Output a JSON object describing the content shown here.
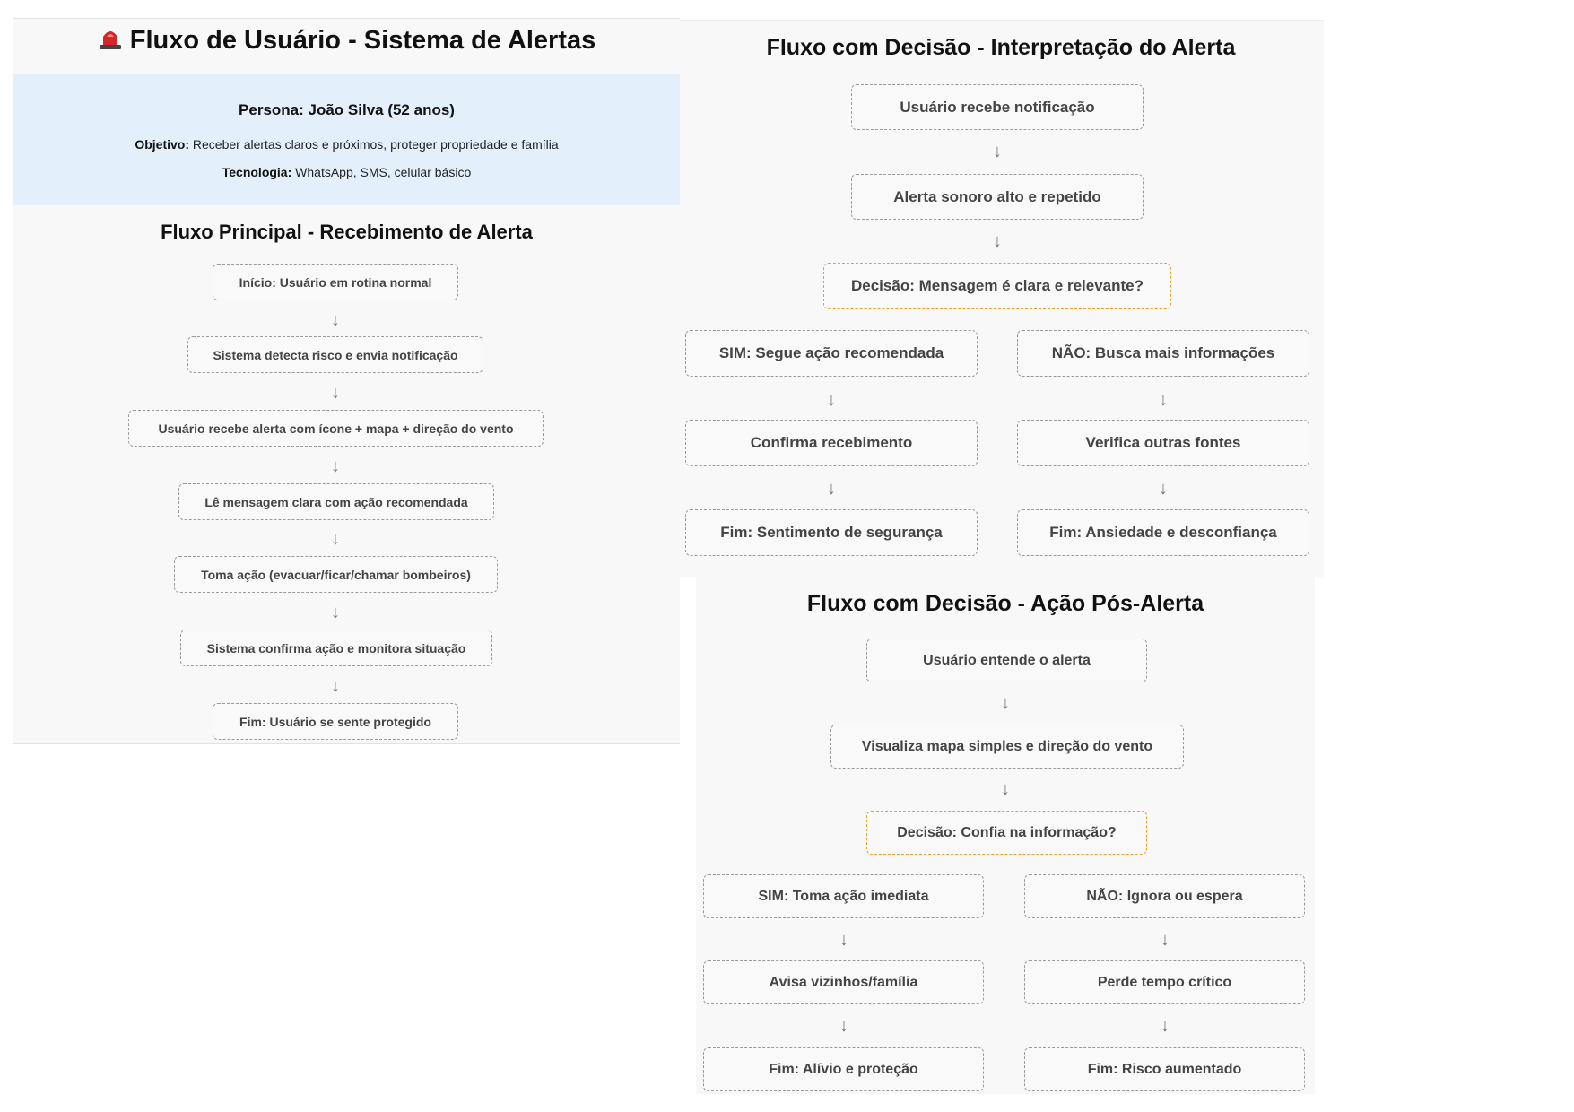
{
  "header": {
    "title": "Fluxo de Usuário - Sistema de Alertas"
  },
  "persona": {
    "name": "Persona: João Silva (52 anos)",
    "objective_label": "Objetivo:",
    "objective_value": " Receber alertas claros e próximos, proteger propriedade e família",
    "technology_label": "Tecnologia:",
    "technology_value": " WhatsApp, SMS, celular básico"
  },
  "main_flow": {
    "title": "Fluxo Principal - Recebimento de Alerta",
    "steps": [
      "Início: Usuário em rotina normal",
      "Sistema detecta risco e envia notificação",
      "Usuário recebe alerta com ícone + mapa + direção do vento",
      "Lê mensagem clara com ação recomendada",
      "Toma ação (evacuar/ficar/chamar bombeiros)",
      "Sistema confirma ação e monitora situação",
      "Fim: Usuário se sente protegido"
    ]
  },
  "interpretation_flow": {
    "title": "Fluxo com Decisão - Interpretação do Alerta",
    "steps": [
      "Usuário recebe notificação",
      "Alerta sonoro alto e repetido"
    ],
    "decision": "Decisão: Mensagem é clara e relevante?",
    "yes_branch": [
      "SIM: Segue ação recomendada",
      "Confirma recebimento",
      "Fim: Sentimento de segurança"
    ],
    "no_branch": [
      "NÃO: Busca mais informações",
      "Verifica outras fontes",
      "Fim: Ansiedade e desconfiança"
    ]
  },
  "action_flow": {
    "title": "Fluxo com Decisão - Ação Pós-Alerta",
    "steps": [
      "Usuário entende o alerta",
      "Visualiza mapa simples e direção do vento"
    ],
    "decision": "Decisão: Confia na informação?",
    "yes_branch": [
      "SIM: Toma ação imediata",
      "Avisa vizinhos/família",
      "Fim: Alívio e proteção"
    ],
    "no_branch": [
      "NÃO: Ignora ou espera",
      "Perde tempo crítico",
      "Fim: Risco aumentado"
    ]
  },
  "arrow_glyph": "↓",
  "colors": {
    "persona_background": "#e3f0fb",
    "decision_border": "#f0a020",
    "box_border": "#9a9a9a",
    "panel_background": "#f8f8f8"
  },
  "icons": {
    "title_icon": "siren-icon"
  }
}
